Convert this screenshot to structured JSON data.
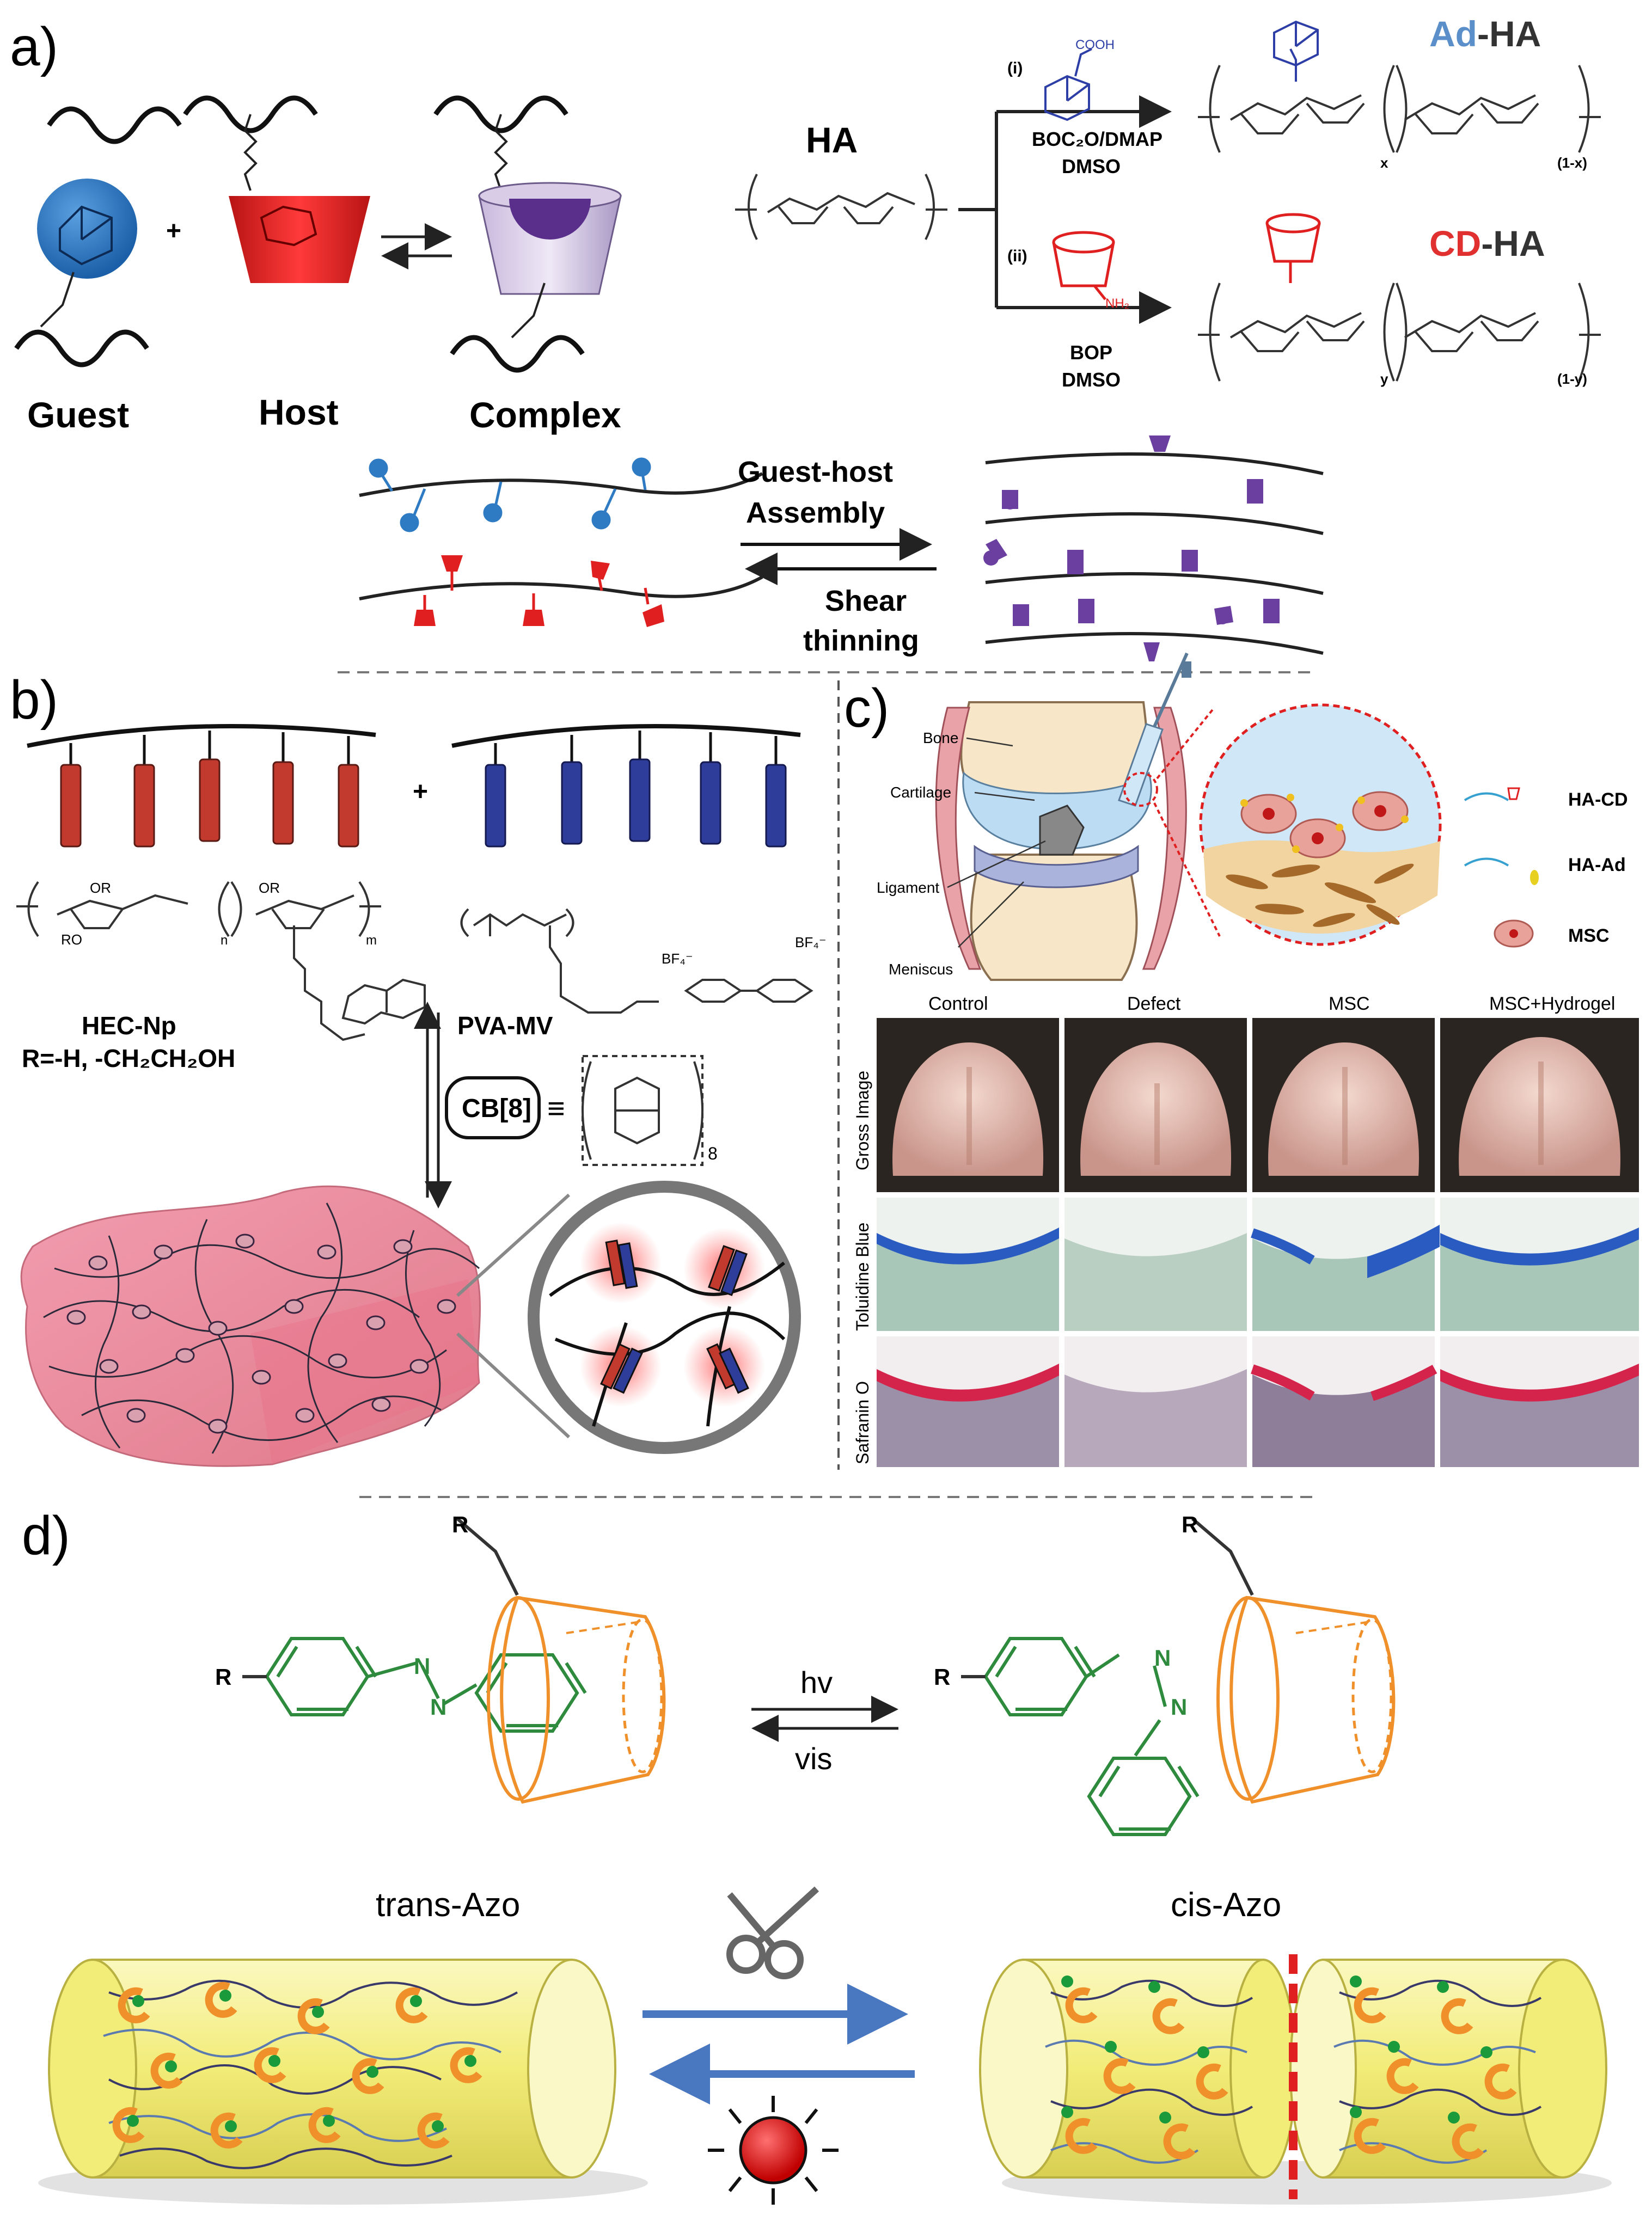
{
  "panels": {
    "a": "a)",
    "b": "b)",
    "c": "c)",
    "d": "d)"
  },
  "a": {
    "guest": "Guest",
    "host": "Host",
    "complex": "Complex",
    "ha": "HA",
    "route_i": "(i)",
    "route_ii": "(ii)",
    "reagent_i_1": "BOC₂O/DMAP",
    "reagent_i_2": "DMSO",
    "reagent_ii_1": "BOP",
    "reagent_ii_2": "DMSO",
    "ad_prefix": "Ad",
    "ha_suffix": "-HA",
    "cd_prefix": "CD",
    "sub_x": "x",
    "sub_1x": "(1-x)",
    "sub_y": "y",
    "sub_1y": "(1-y)",
    "cooh": "COOH",
    "nh2": "NH₂",
    "assembly_1": "Guest-host",
    "assembly_2": "Assembly",
    "shear_1": "Shear",
    "shear_2": "thinning",
    "colors": {
      "guest": "#2e7bc4",
      "host": "#e02020",
      "complex": "#6b3fa0",
      "ad_label": "#5b8fc9",
      "cd_label": "#e03030"
    }
  },
  "b": {
    "hec": "HEC-Np",
    "r_def": "R=-H, -CH₂CH₂OH",
    "pva": "PVA-MV",
    "cb8": "CB[8]",
    "equiv": "≡",
    "bf4": "BF₄⁻",
    "subscript_8": "8",
    "or": "OR",
    "ro": "RO",
    "n": "n",
    "m": "m",
    "plus": "+",
    "colors": {
      "red_rod": "#c23a2e",
      "blue_rod": "#2f3d9a",
      "gel": "#e8839b"
    }
  },
  "c": {
    "anat": [
      "Bone",
      "Cartilage",
      "Ligament",
      "Meniscus"
    ],
    "legend": [
      "HA-CD",
      "HA-Ad",
      "MSC"
    ],
    "cols": [
      "Control",
      "Defect",
      "MSC",
      "MSC+Hydrogel"
    ],
    "rows": [
      "Gross Image",
      "Toluidine Blue",
      "Safranin O"
    ],
    "colors": {
      "tissue": "#e0b6a8",
      "toluidine": "#2a5bc0",
      "safranin": "#d4244c"
    }
  },
  "d": {
    "r": "R",
    "n": "N",
    "hv": "hv",
    "vis": "vis",
    "trans": "trans-Azo",
    "cis": "cis-Azo",
    "colors": {
      "azo": "#2e8b3e",
      "cd": "#f0902a",
      "gel": "#f6f28e",
      "arrow": "#4a78c0",
      "light": "#e01010"
    }
  }
}
